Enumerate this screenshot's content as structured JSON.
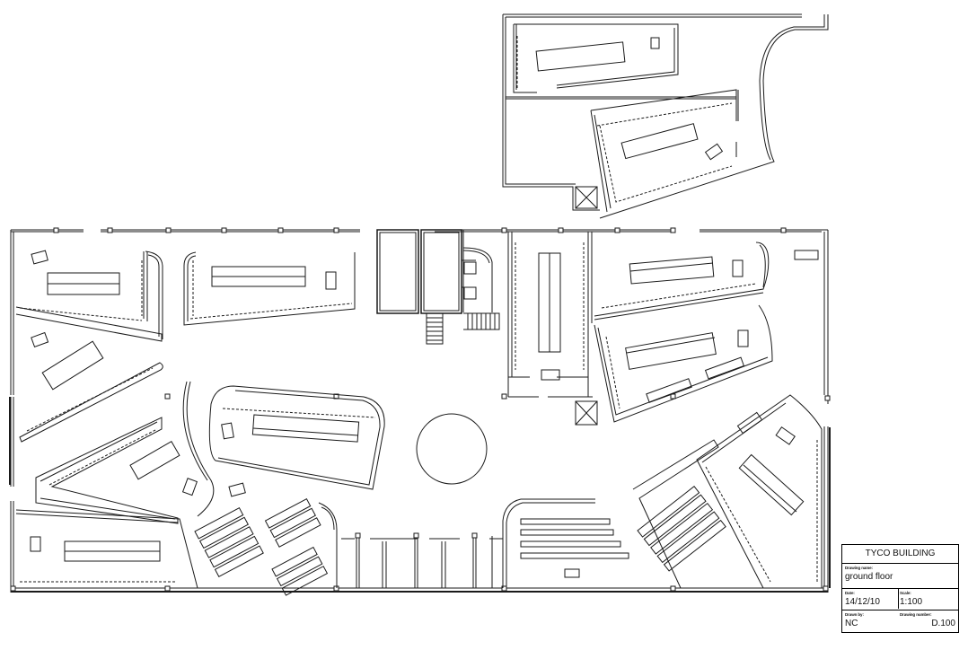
{
  "title_block": {
    "project": "TYCO BUILDING",
    "drawing_name_label": "Drawing name:",
    "drawing_name": "ground floor",
    "date_label": "Date:",
    "date": "14/12/10",
    "scale_label": "Scale:",
    "scale": "1:100",
    "drawn_by_label": "Drawn by:",
    "drawn_by": "NC",
    "drawing_number_label": "Drawing number:",
    "drawing_number": "D.100"
  },
  "colors": {
    "linework": "#1a1a1a",
    "background": "#ffffff"
  }
}
